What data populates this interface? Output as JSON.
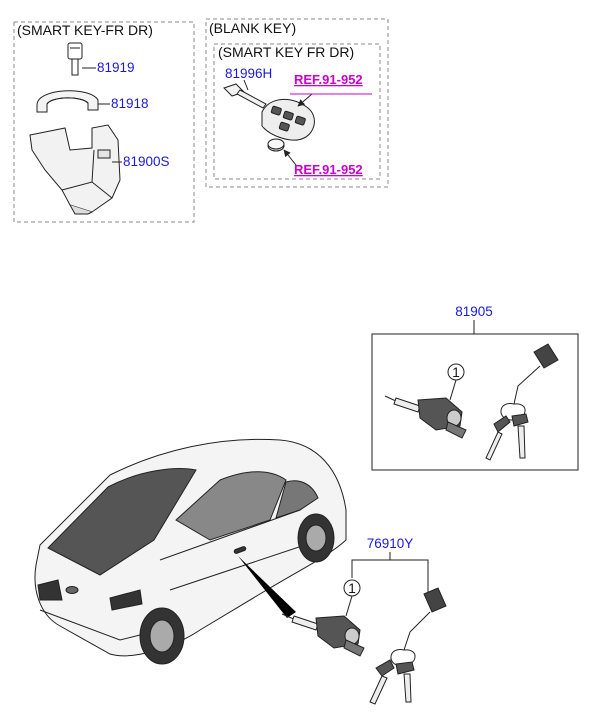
{
  "colors": {
    "part_number": "#1a1ad8",
    "ref_link": "#cc00cc",
    "line": "#222222",
    "dash_box": "#8a8a8a"
  },
  "boxes": {
    "smart_key_box_title": "(SMART KEY-FR DR)",
    "blank_key_box_title": "(BLANK KEY)",
    "blank_key_inner_title": "(SMART KEY FR DR)"
  },
  "parts": {
    "p81919": "81919",
    "p81918": "81918",
    "p81900s": "81900S",
    "p81996h": "81996H",
    "p81905": "81905",
    "p76910y": "76910Y"
  },
  "refs": {
    "ref_fob": "REF.91-952",
    "ref_battery": "REF.91-952"
  },
  "callouts": {
    "lock_set_callout": "1",
    "door_lock_callout": "1"
  }
}
